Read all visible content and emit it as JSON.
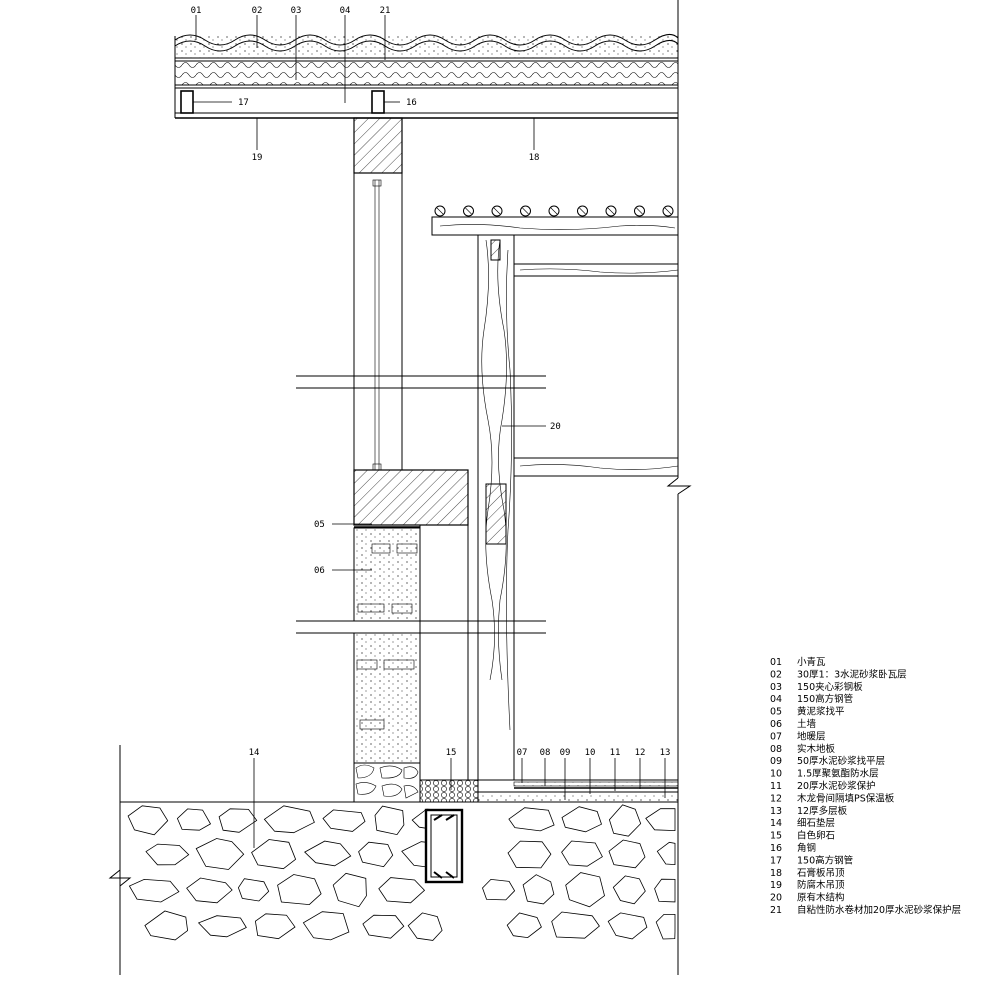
{
  "callouts_top": [
    {
      "code": "01"
    },
    {
      "code": "02"
    },
    {
      "code": "03"
    },
    {
      "code": "04"
    },
    {
      "code": "21"
    }
  ],
  "callouts_side": {
    "c17": "17",
    "c16": "16",
    "c19": "19",
    "c18": "18",
    "c20": "20",
    "c05": "05",
    "c06": "06",
    "c14": "14"
  },
  "callouts_floor": [
    {
      "code": "15"
    },
    {
      "code": "07"
    },
    {
      "code": "08"
    },
    {
      "code": "09"
    },
    {
      "code": "10"
    },
    {
      "code": "11"
    },
    {
      "code": "12"
    },
    {
      "code": "13"
    }
  ],
  "legend": [
    {
      "code": "01",
      "text": "小青瓦"
    },
    {
      "code": "02",
      "text": "30厚1：3水泥砂浆卧瓦层"
    },
    {
      "code": "03",
      "text": "150夹心彩钢板"
    },
    {
      "code": "04",
      "text": "150高方钢管"
    },
    {
      "code": "05",
      "text": "黄泥浆找平"
    },
    {
      "code": "06",
      "text": "土墙"
    },
    {
      "code": "07",
      "text": "地暖层"
    },
    {
      "code": "08",
      "text": "实木地板"
    },
    {
      "code": "09",
      "text": "50厚水泥砂浆找平层"
    },
    {
      "code": "10",
      "text": "1.5厚聚氨酯防水层"
    },
    {
      "code": "11",
      "text": "20厚水泥砂浆保护"
    },
    {
      "code": "12",
      "text": "木龙骨间隔填PS保温板"
    },
    {
      "code": "13",
      "text": "12厚多层板"
    },
    {
      "code": "14",
      "text": "细石垫层"
    },
    {
      "code": "15",
      "text": "白色卵石"
    },
    {
      "code": "16",
      "text": "角钢"
    },
    {
      "code": "17",
      "text": "150高方钢管"
    },
    {
      "code": "18",
      "text": "石膏板吊顶"
    },
    {
      "code": "19",
      "text": "防腐木吊顶"
    },
    {
      "code": "20",
      "text": "原有木结构"
    },
    {
      "code": "21",
      "text": "自粘性防水卷材加20厚水泥砂浆保护层"
    }
  ]
}
